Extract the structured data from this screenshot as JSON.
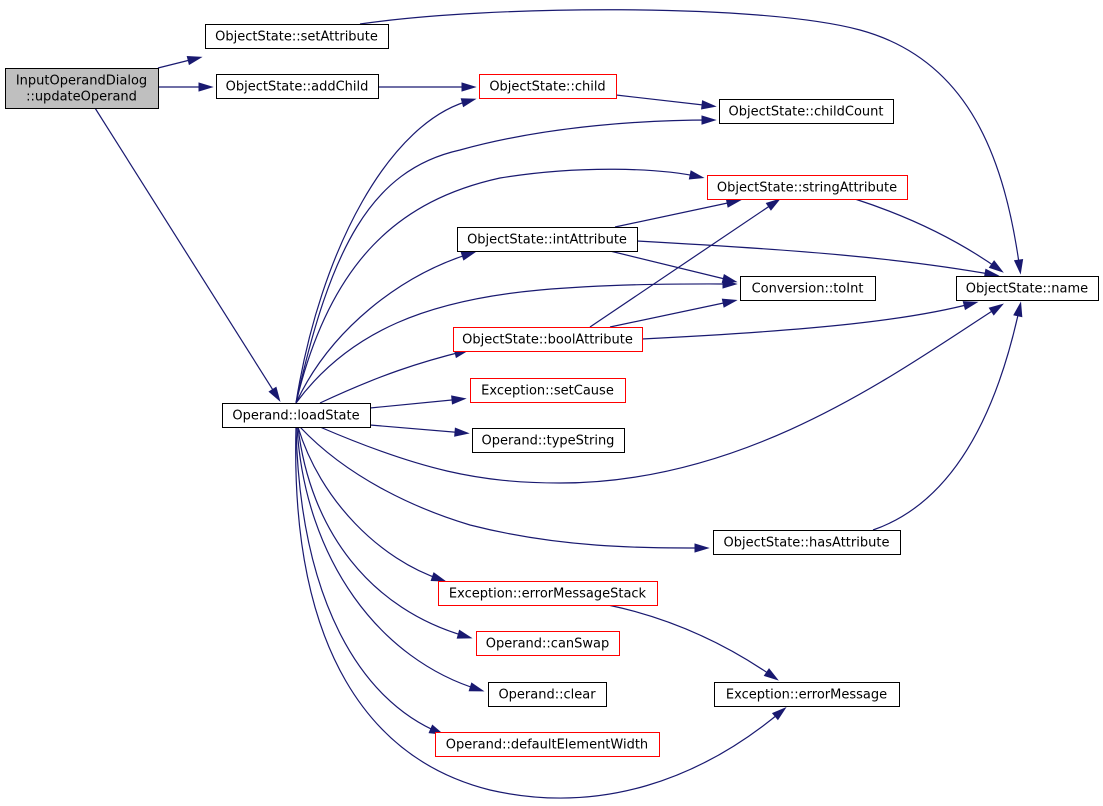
{
  "colors": {
    "edge": "#191970",
    "box_normal": "#000000",
    "box_truncated": "#ff0000",
    "box_root_fill": "#bfbfbf",
    "box_fill": "#ffffff"
  },
  "nodes": {
    "root": {
      "lines": [
        "InputOperandDialog",
        "::updateOperand"
      ],
      "style": "root"
    },
    "setAttribute": {
      "lines": [
        "ObjectState::setAttribute"
      ],
      "style": "normal"
    },
    "addChild": {
      "lines": [
        "ObjectState::addChild"
      ],
      "style": "normal"
    },
    "child": {
      "lines": [
        "ObjectState::child"
      ],
      "style": "truncated"
    },
    "childCount": {
      "lines": [
        "ObjectState::childCount"
      ],
      "style": "normal"
    },
    "stringAttribute": {
      "lines": [
        "ObjectState::stringAttribute"
      ],
      "style": "truncated"
    },
    "intAttribute": {
      "lines": [
        "ObjectState::intAttribute"
      ],
      "style": "normal"
    },
    "toInt": {
      "lines": [
        "Conversion::toInt"
      ],
      "style": "normal"
    },
    "name": {
      "lines": [
        "ObjectState::name"
      ],
      "style": "normal"
    },
    "boolAttribute": {
      "lines": [
        "ObjectState::boolAttribute"
      ],
      "style": "truncated"
    },
    "setCause": {
      "lines": [
        "Exception::setCause"
      ],
      "style": "truncated"
    },
    "loadState": {
      "lines": [
        "Operand::loadState"
      ],
      "style": "normal"
    },
    "typeString": {
      "lines": [
        "Operand::typeString"
      ],
      "style": "normal"
    },
    "hasAttribute": {
      "lines": [
        "ObjectState::hasAttribute"
      ],
      "style": "normal"
    },
    "errorMessageStack": {
      "lines": [
        "Exception::errorMessageStack"
      ],
      "style": "truncated"
    },
    "canSwap": {
      "lines": [
        "Operand::canSwap"
      ],
      "style": "truncated"
    },
    "clear": {
      "lines": [
        "Operand::clear"
      ],
      "style": "normal"
    },
    "errorMessage": {
      "lines": [
        "Exception::errorMessage"
      ],
      "style": "normal"
    },
    "defaultElementWidth": {
      "lines": [
        "Operand::defaultElementWidth"
      ],
      "style": "truncated"
    }
  },
  "edges": [
    {
      "from": "root",
      "to": "setAttribute"
    },
    {
      "from": "root",
      "to": "addChild"
    },
    {
      "from": "root",
      "to": "loadState"
    },
    {
      "from": "setAttribute",
      "to": "name"
    },
    {
      "from": "addChild",
      "to": "child"
    },
    {
      "from": "child",
      "to": "childCount"
    },
    {
      "from": "stringAttribute",
      "to": "name"
    },
    {
      "from": "intAttribute",
      "to": "stringAttribute"
    },
    {
      "from": "intAttribute",
      "to": "toInt"
    },
    {
      "from": "intAttribute",
      "to": "name"
    },
    {
      "from": "boolAttribute",
      "to": "stringAttribute"
    },
    {
      "from": "boolAttribute",
      "to": "toInt"
    },
    {
      "from": "boolAttribute",
      "to": "name"
    },
    {
      "from": "hasAttribute",
      "to": "name"
    },
    {
      "from": "errorMessageStack",
      "to": "errorMessage"
    },
    {
      "from": "loadState",
      "to": "child"
    },
    {
      "from": "loadState",
      "to": "childCount"
    },
    {
      "from": "loadState",
      "to": "stringAttribute"
    },
    {
      "from": "loadState",
      "to": "intAttribute"
    },
    {
      "from": "loadState",
      "to": "toInt"
    },
    {
      "from": "loadState",
      "to": "boolAttribute"
    },
    {
      "from": "loadState",
      "to": "setCause"
    },
    {
      "from": "loadState",
      "to": "typeString"
    },
    {
      "from": "loadState",
      "to": "name"
    },
    {
      "from": "loadState",
      "to": "hasAttribute"
    },
    {
      "from": "loadState",
      "to": "errorMessageStack"
    },
    {
      "from": "loadState",
      "to": "canSwap"
    },
    {
      "from": "loadState",
      "to": "clear"
    },
    {
      "from": "loadState",
      "to": "defaultElementWidth"
    },
    {
      "from": "loadState",
      "to": "errorMessage"
    }
  ]
}
